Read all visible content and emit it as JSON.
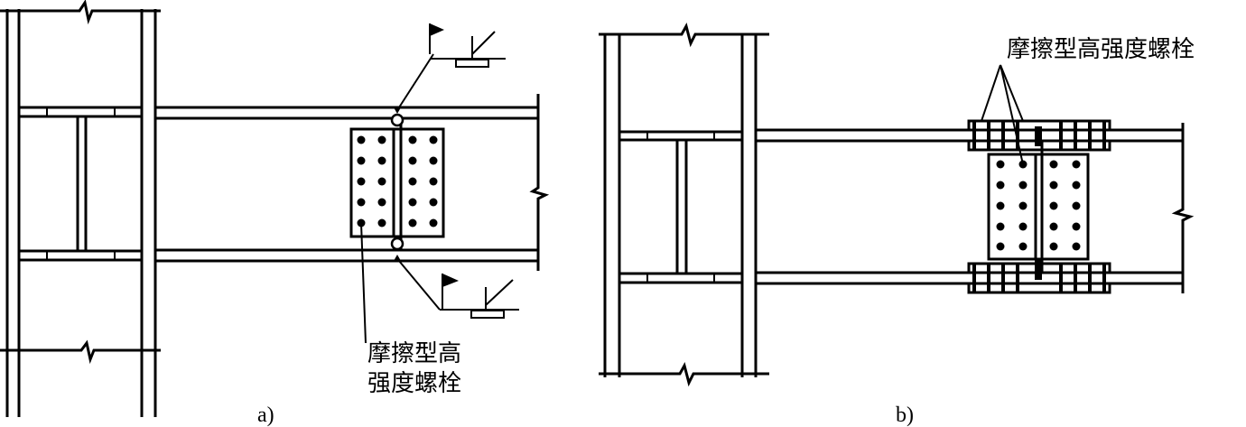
{
  "figure_a": {
    "caption": "a)",
    "bolt_label_line1": "摩擦型高",
    "bolt_label_line2": "强度螺栓"
  },
  "figure_b": {
    "caption": "b)",
    "bolt_label": "摩擦型高强度螺栓"
  },
  "colors": {
    "line": "#000000",
    "background": "#ffffff"
  }
}
